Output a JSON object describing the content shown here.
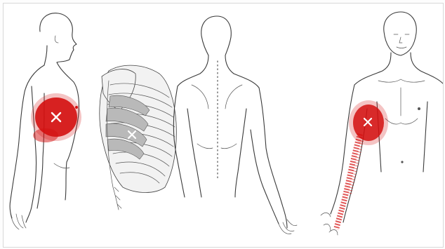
{
  "image": {
    "figures": [
      {
        "name": "side-view-figure",
        "trigger_point": "x-marker"
      },
      {
        "name": "rib-cage-figure",
        "trigger_point": "x-marker"
      },
      {
        "name": "back-view-figure"
      },
      {
        "name": "front-view-figure",
        "trigger_point": "x-marker"
      }
    ]
  },
  "colors": {
    "referred_pain": "#d40f0f",
    "marker": "#ffffff",
    "line_art": "#3a3a3a"
  }
}
